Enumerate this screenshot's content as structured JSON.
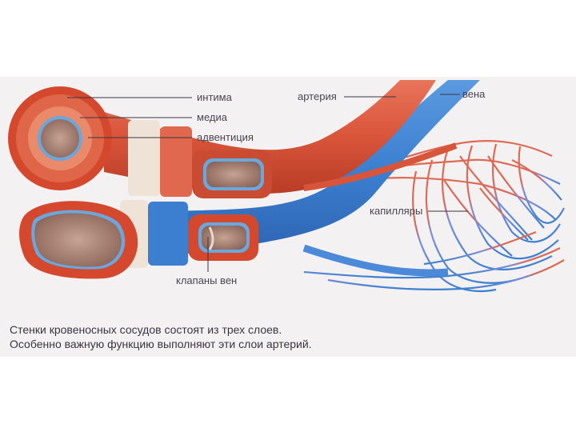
{
  "labels": {
    "intima": "интима",
    "media": "медиа",
    "adventitia": "адвентиция",
    "artery": "артерия",
    "vein": "вена",
    "capillaries": "капилляры",
    "vein_valves": "клапаны вен"
  },
  "caption": {
    "line1": "Стенки кровеносных сосудов состоят из трех слоев.",
    "line2": "Особенно важную функцию выполняют эти слои артерий."
  },
  "colors": {
    "artery": "#d9553a",
    "artery_dark": "#b83c26",
    "vein": "#3c7fd0",
    "vein_dark": "#2c62b0",
    "lumen": "#a07e72",
    "endothelium": "#5aa0dc",
    "background": "#f3f1f2"
  }
}
